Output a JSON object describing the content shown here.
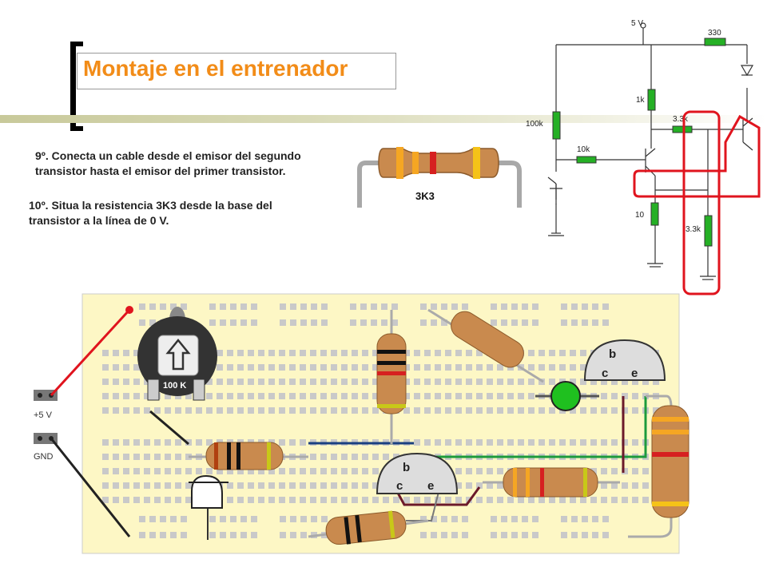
{
  "title": "Montaje en el entrenador",
  "steps": {
    "step9_line1": "9º. Conecta un cable desde el emisor del segundo",
    "step9_line2": "transistor  hasta el emisor del primer transistor.",
    "step10_line1": "10º. Situa la resistencia 3K3 desde la base del",
    "step10_line2": "transistor a la línea de 0 V."
  },
  "resistor_photo_label": "3K3",
  "schematic": {
    "supply": "5 V",
    "r330": "330",
    "r1k": "1k",
    "r100k": "100k",
    "r10k": "10k",
    "r3k3_top": "3.3k",
    "r10": "10",
    "r3k3_bottom": "3.3k"
  },
  "board": {
    "pot_label": "100 K",
    "plus5v": "+5 V",
    "gnd": "GND",
    "t1_b": "b",
    "t1_c": "c",
    "t1_e": "e",
    "t2_b": "b",
    "t2_c": "c",
    "t2_e": "e"
  },
  "colors": {
    "title": "#f28c18",
    "highlight": "#e0141e",
    "board": "#fdf7c5",
    "resistor_body": "#c98a4e",
    "led": "#1fc01f"
  }
}
